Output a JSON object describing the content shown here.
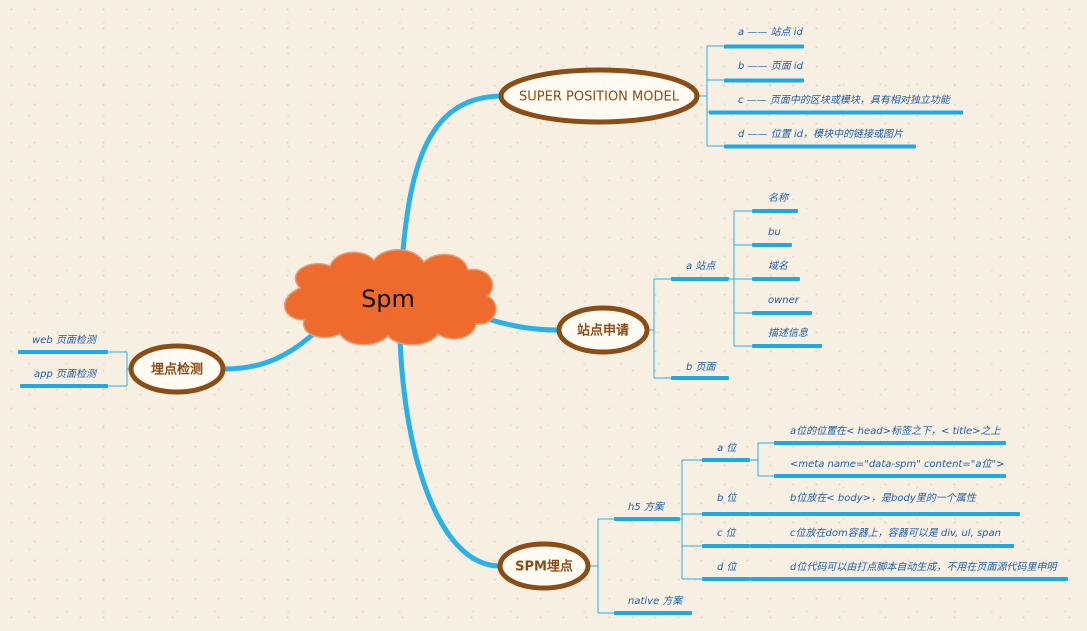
{
  "center": {
    "label": "Spm"
  },
  "branches": {
    "super": {
      "label": "SUPER POSITION MODEL",
      "items": [
        "a —— 站点 id",
        "b —— 页面 id",
        "c —— 页面中的区块或模块，具有相对独立功能",
        "d —— 位置 id，模块中的链接或图片"
      ]
    },
    "site": {
      "label": "站点申请",
      "a_label": "a 站点",
      "a_items": [
        "名称",
        "bu",
        "域名",
        "owner",
        "描述信息"
      ],
      "b_label": "b 页面"
    },
    "track": {
      "label": "埋点检测",
      "items": [
        "web 页面检测",
        "app 页面检测"
      ]
    },
    "spm": {
      "label": "SPM埋点",
      "h5_label": "h5 方案",
      "native_label": "native 方案",
      "a_label": "a 位",
      "a_items": [
        "a位的位置在< head>标签之下，< title>之上",
        "<meta name=\"data-spm\" content=\"a位\">"
      ],
      "b_label": "b 位",
      "b_item": "b位放在< body>，是body里的一个属性",
      "c_label": "c 位",
      "c_item": "c位放在dom容器上，容器可以是 div, ul, span",
      "d_label": "d 位",
      "d_item": "d位代码可以由打点脚本自动生成，不用在页面源代码里申明"
    }
  },
  "colors": {
    "branch": "#29b1e8",
    "oval_border": "#8a4d16",
    "cloud": "#ee6b2d",
    "leaf_text": "#1e5ea8"
  }
}
